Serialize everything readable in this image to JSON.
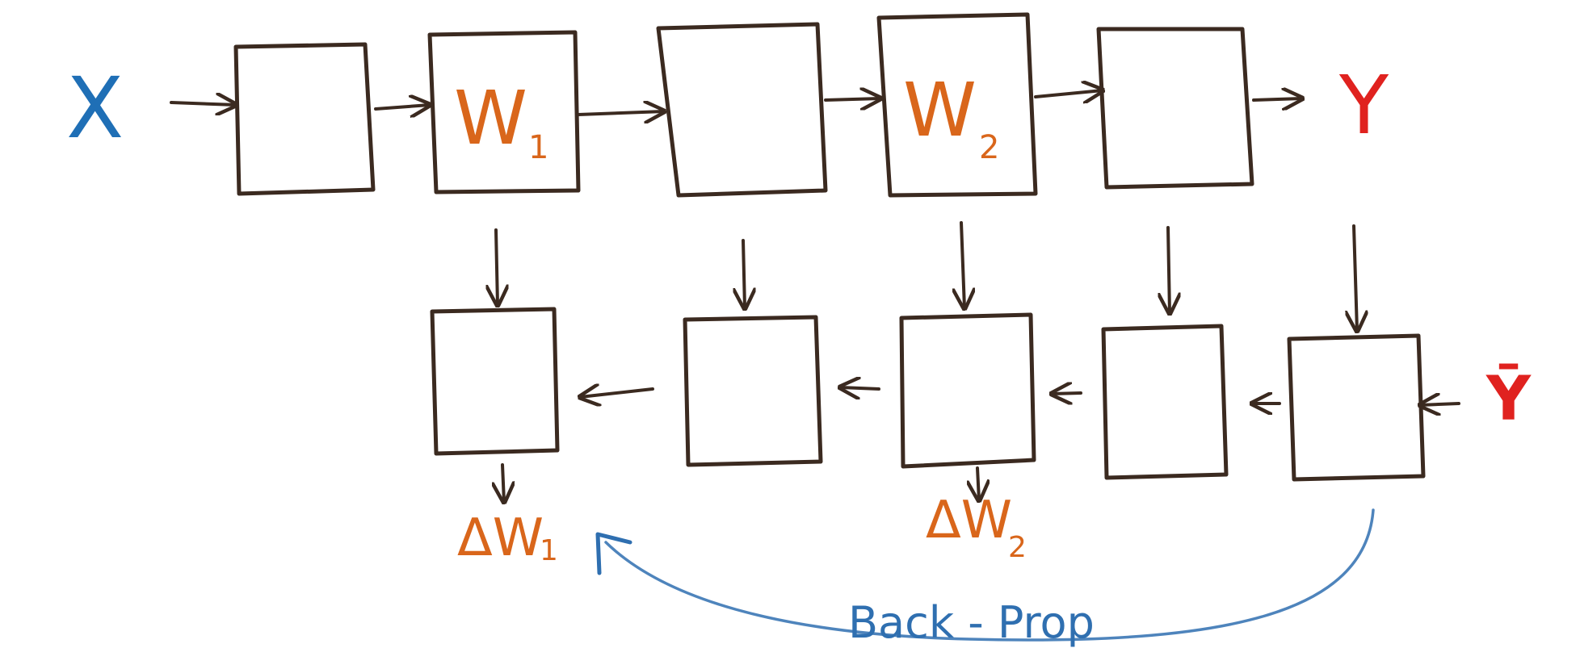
{
  "colors": {
    "ink": "#3b2a20",
    "input": "#1f6fb6",
    "output": "#e0221f",
    "weight": "#d9661b",
    "backprop": "#2f6fb0"
  },
  "labels": {
    "input": "X",
    "output": "Y",
    "target": "Ȳ",
    "w1": "W",
    "w1_sub": "1",
    "w2": "W",
    "w2_sub": "2",
    "dw1": "ΔW",
    "dw1_sub": "1",
    "dw2": "ΔW",
    "dw2_sub": "2",
    "backprop": "Back - Prop"
  }
}
